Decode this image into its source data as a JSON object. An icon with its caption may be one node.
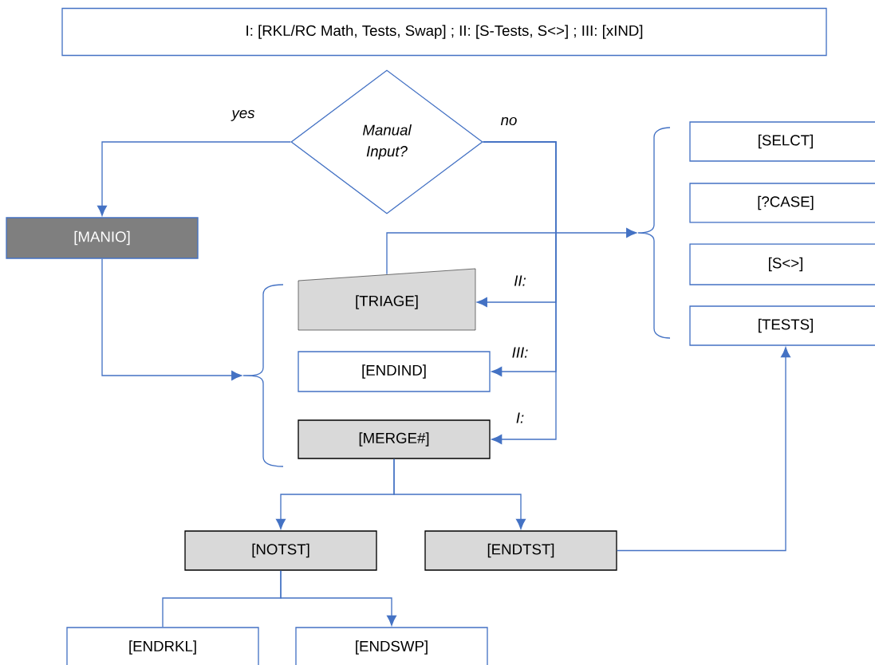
{
  "diagram": {
    "nodes": [
      {
        "text": [
          "I: [RKL/RC Math, Tests, Swap] ; II: [S-Tests, S<>] ; III: [xIND]"
        ]
      },
      {
        "text": [
          "Manual Input?"
        ]
      },
      {
        "text": [
          "[MANIO]"
        ]
      },
      {
        "text": [
          "[TRIAGE]"
        ]
      },
      {
        "text": [
          "[ENDIND]"
        ]
      },
      {
        "text": [
          "[MERGE#]"
        ]
      },
      {
        "text": [
          "[SELCT]"
        ]
      },
      {
        "text": [
          "[?CASE]"
        ]
      },
      {
        "text": [
          "[S<>]"
        ]
      },
      {
        "text": [
          "[TESTS]"
        ]
      },
      {
        "text": [
          "[NOTST]"
        ]
      },
      {
        "text": [
          "[ENDTST]"
        ]
      },
      {
        "text": [
          "[ENDRKL]"
        ]
      },
      {
        "text": [
          "[ENDSWP]"
        ]
      },
      {
        "text": [],
        "shape": "bracket"
      },
      {
        "text": [],
        "shape": "bracket"
      }
    ],
    "edges": [
      {
        "from": 1,
        "to": 2,
        "arrow": "to",
        "label": "yes"
      },
      {
        "from": 1,
        "to": 3,
        "arrow": "to",
        "label": "II:"
      },
      {
        "from": 1,
        "to": 4,
        "arrow": "to",
        "label": "III:"
      },
      {
        "from": 1,
        "to": 5,
        "arrow": "to",
        "label": "I:"
      },
      {
        "from": 2,
        "to": 14,
        "arrow": "to"
      },
      {
        "from": 3,
        "to": 15,
        "arrow": "to"
      },
      {
        "from": 5,
        "to": 10,
        "arrow": "to"
      },
      {
        "from": 5,
        "to": 11,
        "arrow": "to"
      },
      {
        "from": 10,
        "to": 12,
        "arrow": "none"
      },
      {
        "from": 10,
        "to": 13,
        "arrow": "to"
      },
      {
        "from": 11,
        "to": 9,
        "arrow": "to"
      }
    ],
    "labels": [
      "no"
    ]
  }
}
